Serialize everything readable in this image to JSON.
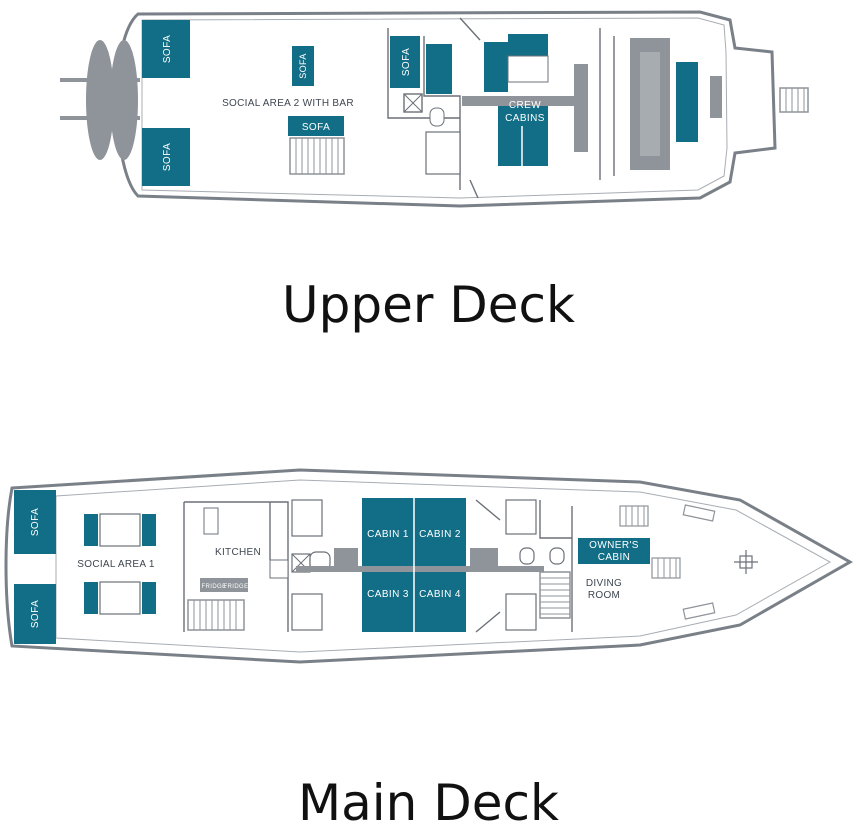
{
  "colors": {
    "teal": "#126e86",
    "grey": "#8e9499",
    "hull": "#7a8088",
    "line": "#6b7178"
  },
  "upper": {
    "title": "Upper Deck",
    "labels": {
      "sofa_a": "SOFA",
      "sofa_b": "SOFA",
      "sofa_c": "SOFA",
      "sofa_d": "SOFA",
      "sofa_e": "SOFA",
      "social": "SOCIAL AREA 2 WITH BAR",
      "crew1": "CREW",
      "crew2": "CABINS"
    }
  },
  "main": {
    "title": "Main Deck",
    "labels": {
      "sofa_a": "SOFA",
      "sofa_b": "SOFA",
      "social": "SOCIAL AREA 1",
      "kitchen": "KITCHEN",
      "fridge1": "FRIDGE",
      "fridge2": "FRIDGE",
      "cabin1": "CABIN 1",
      "cabin2": "CABIN 2",
      "cabin3": "CABIN 3",
      "cabin4": "CABIN 4",
      "owner1": "OWNER'S",
      "owner2": "CABIN",
      "dining1": "DIVING",
      "dining2": "ROOM"
    }
  }
}
